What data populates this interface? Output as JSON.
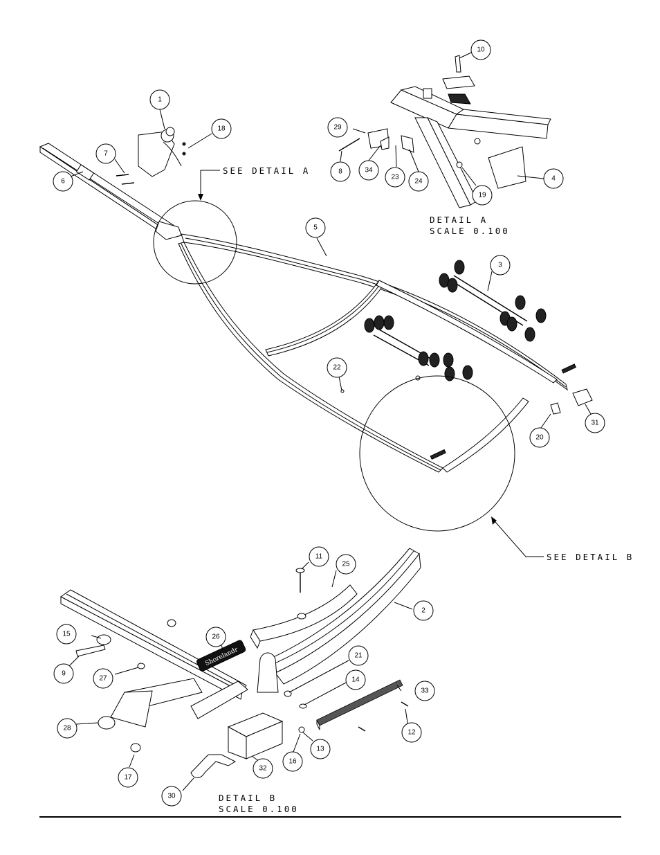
{
  "detail_a": {
    "callout": "SEE DETAIL  A",
    "title": "DETAIL  A",
    "scale": "SCALE  0.100"
  },
  "detail_b": {
    "callout": "SEE DETAIL  B",
    "title": "DETAIL  B",
    "scale": "SCALE  0.100"
  },
  "logo_text": "Shorelandr",
  "part_numbers": [
    "1",
    "2",
    "3",
    "4",
    "5",
    "6",
    "7",
    "8",
    "9",
    "10",
    "11",
    "12",
    "13",
    "14",
    "15",
    "16",
    "17",
    "18",
    "19",
    "20",
    "21",
    "22",
    "23",
    "24",
    "25",
    "26",
    "27",
    "28",
    "29",
    "30",
    "31",
    "32",
    "33",
    "34"
  ]
}
